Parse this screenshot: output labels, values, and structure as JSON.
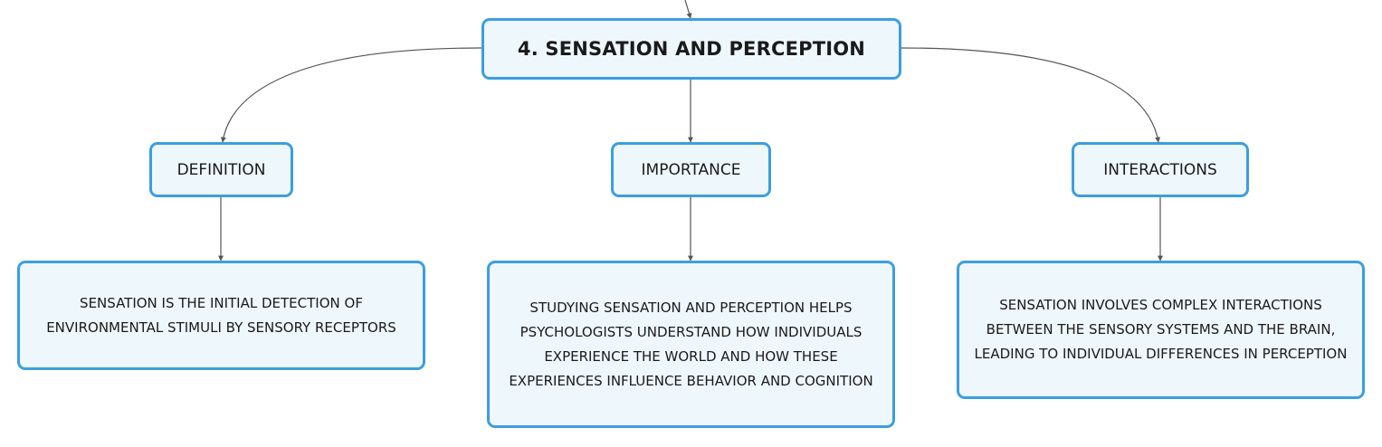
{
  "root": {
    "title": "4. SENSATION AND PERCEPTION"
  },
  "branches": [
    {
      "label": "DEFINITION",
      "detail": "SENSATION IS THE INITIAL DETECTION OF ENVIRONMENTAL STIMULI BY SENSORY RECEPTORS"
    },
    {
      "label": "IMPORTANCE",
      "detail": "STUDYING SENSATION AND PERCEPTION HELPS PSYCHOLOGISTS UNDERSTAND HOW INDIVIDUALS EXPERIENCE THE WORLD AND HOW THESE EXPERIENCES INFLUENCE BEHAVIOR AND COGNITION"
    },
    {
      "label": "INTERACTIONS",
      "detail": "SENSATION INVOLVES COMPLEX INTERACTIONS BETWEEN THE SENSORY SYSTEMS AND THE BRAIN, LEADING TO INDIVIDUAL DIFFERENCES IN PERCEPTION"
    }
  ],
  "colors": {
    "node_border": "#3c9ee0",
    "node_fill": "#eef7fc",
    "connector": "#555555"
  }
}
